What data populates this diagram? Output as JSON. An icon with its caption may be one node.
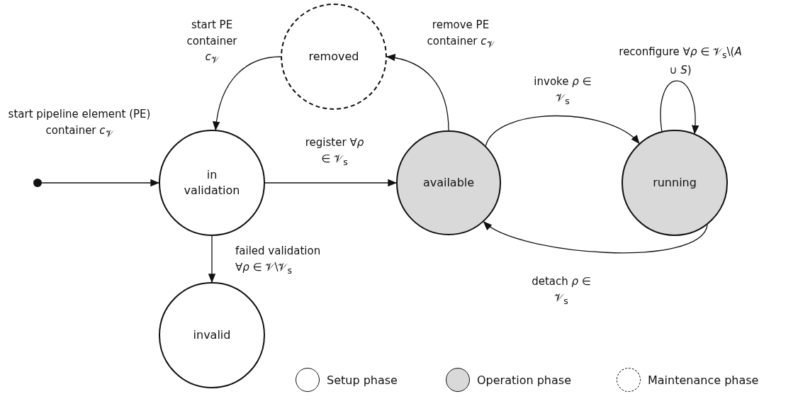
{
  "diagram": {
    "nodes": [
      {
        "text": [],
        "shape": "circle"
      },
      {
        "text": [
          "in validation"
        ]
      },
      {
        "text": [
          "removed"
        ]
      },
      {
        "text": [
          "available"
        ]
      },
      {
        "text": [
          "running"
        ]
      },
      {
        "text": [
          "invalid"
        ]
      }
    ],
    "edges": [
      {
        "from": 0,
        "to": 1,
        "arrow": "to",
        "label": "start pipeline element (PE) container *c*$_{𝒱}$"
      },
      {
        "from": 2,
        "to": 1,
        "arrow": "to",
        "label": "start PE container *c*$_{𝒱}$"
      },
      {
        "from": 1,
        "to": 3,
        "arrow": "to",
        "label": "register ∀*ρ* ∈ 𝒱$_{s}$"
      },
      {
        "from": 3,
        "to": 2,
        "arrow": "to",
        "label": "remove PE container *c*$_{𝒱}$"
      },
      {
        "from": 3,
        "to": 4,
        "arrow": "to",
        "label": "invoke *ρ* ∈ 𝒱$_{s}$"
      },
      {
        "from": 4,
        "to": 4,
        "arrow": "to",
        "label": "reconfigure ∀*ρ* ∈ 𝒱$_{s}$\\(*A* ∪ *S*)"
      },
      {
        "from": 4,
        "to": 3,
        "arrow": "to",
        "label": "detach *ρ* ∈ 𝒱$_{s}$"
      },
      {
        "from": 1,
        "to": 5,
        "arrow": "to",
        "label": "failed validation ∀*ρ* ∈ 𝒱\\𝒱$_{s}$"
      }
    ],
    "legend": [
      {
        "text": "Setup phase",
        "color": "#ffffff"
      },
      {
        "text": "Operation phase",
        "color": "#d9d9d9"
      },
      {
        "text": "Maintenance phase"
      }
    ]
  }
}
